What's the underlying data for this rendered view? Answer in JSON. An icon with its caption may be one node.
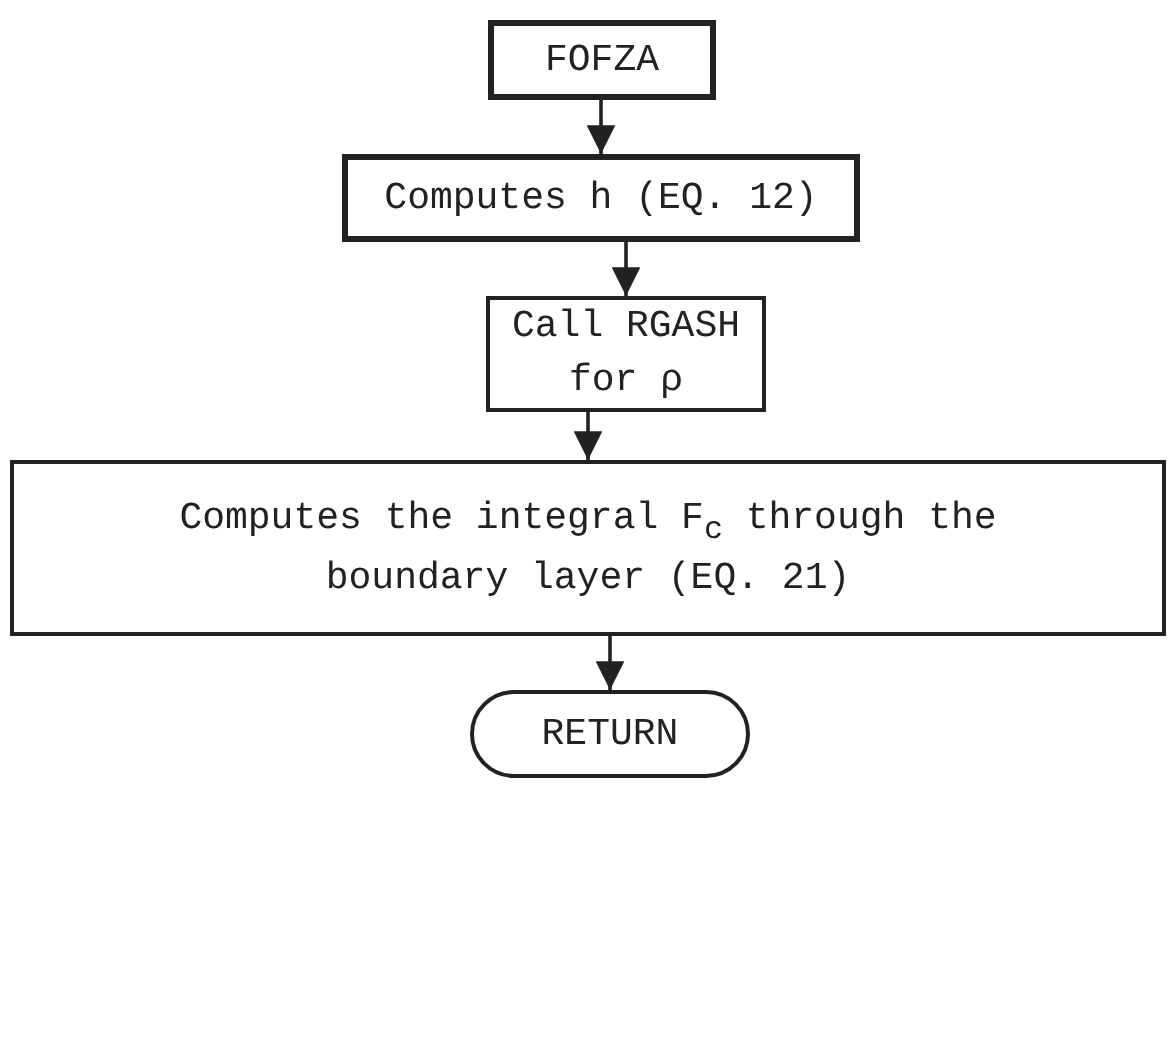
{
  "diagram": {
    "nodes": [
      {
        "text": [
          "FOFZA"
        ]
      },
      {
        "text": [
          "Computes h (EQ. 12)"
        ]
      },
      {
        "text": [
          "Call RGASH for ρ"
        ]
      },
      {
        "text": [
          "Computes the integral F$_{c}$ through the boundary layer (EQ. 21)"
        ]
      },
      {
        "text": [
          "RETURN"
        ]
      }
    ],
    "edges": [
      {
        "from": 0,
        "to": 1,
        "arrow": "to"
      },
      {
        "from": 1,
        "to": 2,
        "arrow": "to"
      },
      {
        "from": 2,
        "to": 3,
        "arrow": "to"
      },
      {
        "from": 3,
        "to": 4,
        "arrow": "to"
      }
    ]
  }
}
